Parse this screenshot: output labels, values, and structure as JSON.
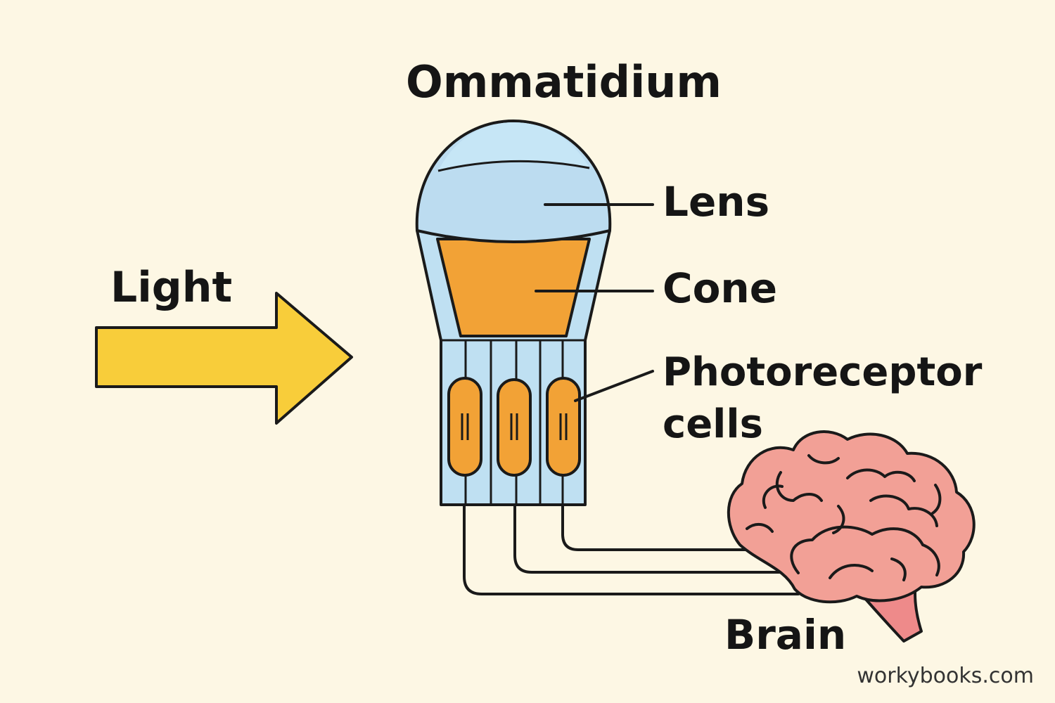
{
  "title": "Ommatidium",
  "labels": {
    "light": "Light",
    "lens": "Lens",
    "cone": "Cone",
    "photoreceptor_line1": "Photoreceptor",
    "photoreceptor_line2": "cells",
    "brain": "Brain"
  },
  "watermark": "workybooks.com",
  "colors": {
    "background": "#fdf7e4",
    "outline": "#1a1a1a",
    "lens": "#bcdcf0",
    "lens_top": "#c6e6f6",
    "cone": "#f2a236",
    "column": "#bfe0f2",
    "photoreceptor": "#f2a236",
    "arrow": "#f8cd3a",
    "brain": "#f2a096",
    "brainstem": "#ee8a8a"
  }
}
